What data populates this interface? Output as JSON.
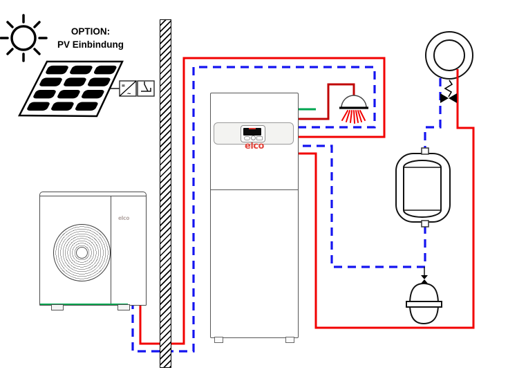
{
  "option_label": {
    "line1": "OPTION:",
    "line2": "PV Einbindung"
  },
  "indoor_unit": {
    "brand": "elco"
  },
  "outdoor_unit": {
    "brand": "elco"
  },
  "inverter": {
    "dc_symbol": "=",
    "ac_symbol": "~"
  },
  "colors": {
    "flow": "#f20000",
    "dhw": "#c00505",
    "return": "#1414f0",
    "green": "#00a651",
    "elco": "#e2463d"
  },
  "components": [
    "sun-icon",
    "pv-panel-icon",
    "inverter-icon",
    "relay-icon",
    "wall",
    "outdoor-heat-pump",
    "indoor-unit",
    "shower-icon",
    "heating-circuit-icon",
    "overflow-valve-icon",
    "buffer-tank-icon",
    "expansion-vessel-icon"
  ]
}
